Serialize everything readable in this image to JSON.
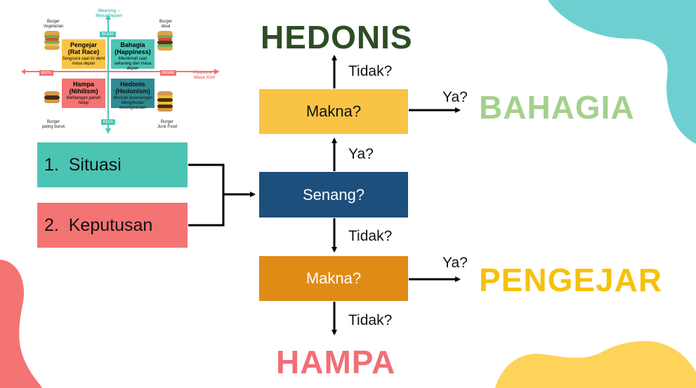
{
  "colors": {
    "teal": "#4cc4b4",
    "pink": "#f47373",
    "yellow": "#f9c445",
    "navy": "#1d4f7c",
    "orange": "#e08b16",
    "hedonis_text": "#2e4d25",
    "bahagia_text": "#a3d18d",
    "pengejar_text": "#f6c10a",
    "hampa_text": "#ef7077",
    "blob_teal": "#6dcfcf",
    "blob_pink": "#f47373",
    "blob_yellow": "#fdd35a"
  },
  "inputs": {
    "situasi": "1.  Situasi",
    "keputusan": "2.  Keputusan"
  },
  "flow": {
    "makna_top": "Makna?",
    "senang": "Senang?",
    "makna_bottom": "Makna?"
  },
  "edges": {
    "tidak_top": "Tidak?",
    "ya_right_top": "Ya?",
    "ya_middle": "Ya?",
    "tidak_middle": "Tidak?",
    "ya_right_bottom": "Ya?",
    "tidak_bottom": "Tidak?"
  },
  "outcomes": {
    "hedonis": "HEDONIS",
    "bahagia": "BAHAGIA",
    "pengejar": "PENGEJAR",
    "hampa": "HAMPA"
  },
  "quadrant": {
    "axis_top": "Meaning –\nMasa Depan",
    "axis_right": "Pleasure –\nMasa Kini",
    "tag_besar_top": "BESAR",
    "tag_besar_right": "BESAR",
    "tag_kecil_left": "KECIL",
    "tag_kecil_bottom": "KECIL",
    "pengejar_title": "Pengejar\n(Rat Race)",
    "pengejar_desc": "Sengsara saat ini demi masa depan",
    "bahagia_title": "Bahagia\n(Happiness)",
    "bahagia_desc": "Menikmati saat sekarang dan masa depan",
    "hampa_title": "Hampa\n(Nihilism)",
    "hampa_desc": "Kehilangan gairah hidup",
    "hedonis_title": "Hedonis\n(Hedonism)",
    "hedonis_desc": "Mencari kesenangan Menghindari kesengsaraan",
    "burger_tl": "Burger\nVegetarian",
    "burger_tr": "Burger\nideal",
    "burger_bl": "Burger\npaling buruk",
    "burger_br": "Burger\nJunk Food"
  }
}
